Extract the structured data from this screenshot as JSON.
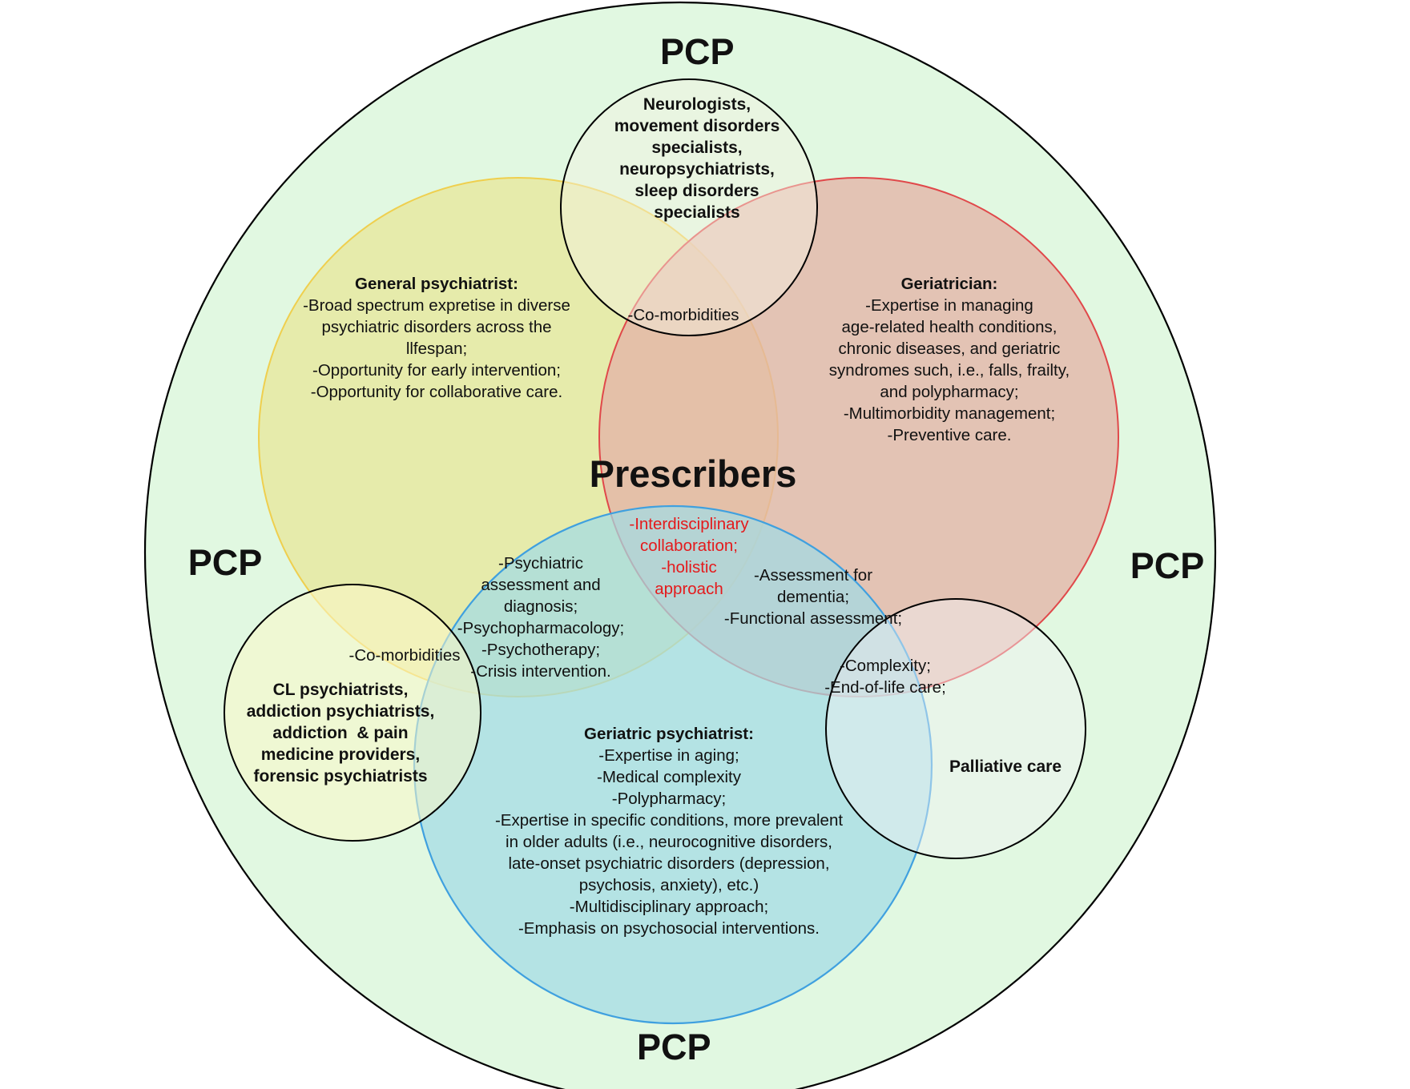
{
  "diagram": {
    "center_title": "Prescribers",
    "outer_ring": {
      "label": "PCP",
      "labels": [
        "PCP",
        "PCP",
        "PCP",
        "PCP"
      ],
      "color": "#e1f8e1"
    },
    "general_psychiatrist": {
      "color": "#e6e89f",
      "heading": "General psychiatrist:",
      "lines": [
        "-Broad spectrum expretise in diverse",
        "psychiatric disorders across the",
        "llfespan;",
        "-Opportunity for early intervention;",
        "-Opportunity for collaborative care."
      ]
    },
    "geriatrician": {
      "color": "#e3b3a6",
      "heading": "Geriatrician:",
      "lines": [
        "-Expertise in managing",
        "age-related health conditions,",
        "chronic diseases, and geriatric",
        "syndromes such, i.e., falls, frailty,",
        "and polypharmacy;",
        "-Multimorbidity management;",
        "-Preventive care."
      ]
    },
    "geriatric_psychiatrist": {
      "color": "#a2dbe4",
      "heading": "Geriatric psychiatrist:",
      "lines": [
        "-Expertise in aging;",
        "-Medical complexity",
        "-Polypharmacy;",
        "-Expertise in specific conditions, more prevalent",
        "in older adults (i.e., neurocognitive disorders,",
        "late-onset psychiatric disorders (depression,",
        "psychosis, anxiety), etc.)",
        "-Multidisciplinary approach;",
        "-Emphasis on psychosocial interventions."
      ]
    },
    "neurology_group": {
      "color": "#f5f2e3",
      "lines": [
        "Neurologists,",
        "movement disorders",
        "specialists,",
        "neuropsychiatrists,",
        "sleep disorders",
        "specialists"
      ]
    },
    "cl_group": {
      "color": "#fbf8c9",
      "lines": [
        "CL psychiatrists,",
        "addiction psychiatrists,",
        "addiction  & pain",
        "medicine providers,",
        "forensic psychiatrists"
      ]
    },
    "palliative": {
      "color": "#f1f2f5",
      "label": "Palliative care"
    },
    "overlaps": {
      "top_comorbidities": "-Co-morbidities",
      "left_comorbidities": "-Co-morbidities",
      "center": [
        "-Interdisciplinary",
        "collaboration;",
        "-holistic",
        "approach"
      ],
      "center_color": "#e41a1c",
      "psych_overlap": [
        "-Psychiatric",
        "assessment and",
        "diagnosis;",
        "-Psychopharmacology;",
        "-Psychotherapy;",
        "-Crisis intervention."
      ],
      "geri_overlap": [
        "-Assessment for",
        "dementia;",
        "-Functional assessment;"
      ],
      "palliative_overlap": [
        "-Complexity;",
        "-End-of-life care;"
      ]
    }
  }
}
